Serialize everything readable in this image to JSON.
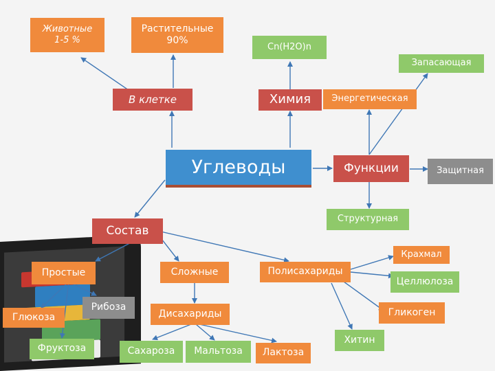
{
  "colors": {
    "orange": "#f08a3c",
    "green": "#8fc96a",
    "red": "#c9514a",
    "blue": "#3f8fcf",
    "gray": "#8d8d8d",
    "arrow": "#3f77b5"
  },
  "nodes": {
    "center": "Углеводы",
    "animals": "Животные\n1-5 %",
    "plants": "Растительные\n90%",
    "formula": "Cn(H2O)n",
    "in_cell": "В клетке",
    "chemistry": "Химия",
    "functions": "Функции",
    "f_storage": "Запасающая",
    "f_energy": "Энергетическая",
    "f_protective": "Защитная",
    "f_structural": "Структурная",
    "composition": "Состав",
    "simple": "Простые",
    "complex": "Сложные",
    "polysaccharides": "Полисахариды",
    "starch": "Крахмал",
    "cellulose": "Целлюлоза",
    "glycogen": "Гликоген",
    "chitin": "Хитин",
    "disaccharides": "Дисахариды",
    "glucose": "Глюкоза",
    "ribose": "Рибоза",
    "fructose": "Фруктоза",
    "sucrose": "Сахароза",
    "maltose": "Мальтоза",
    "lactose": "Лактоза"
  }
}
